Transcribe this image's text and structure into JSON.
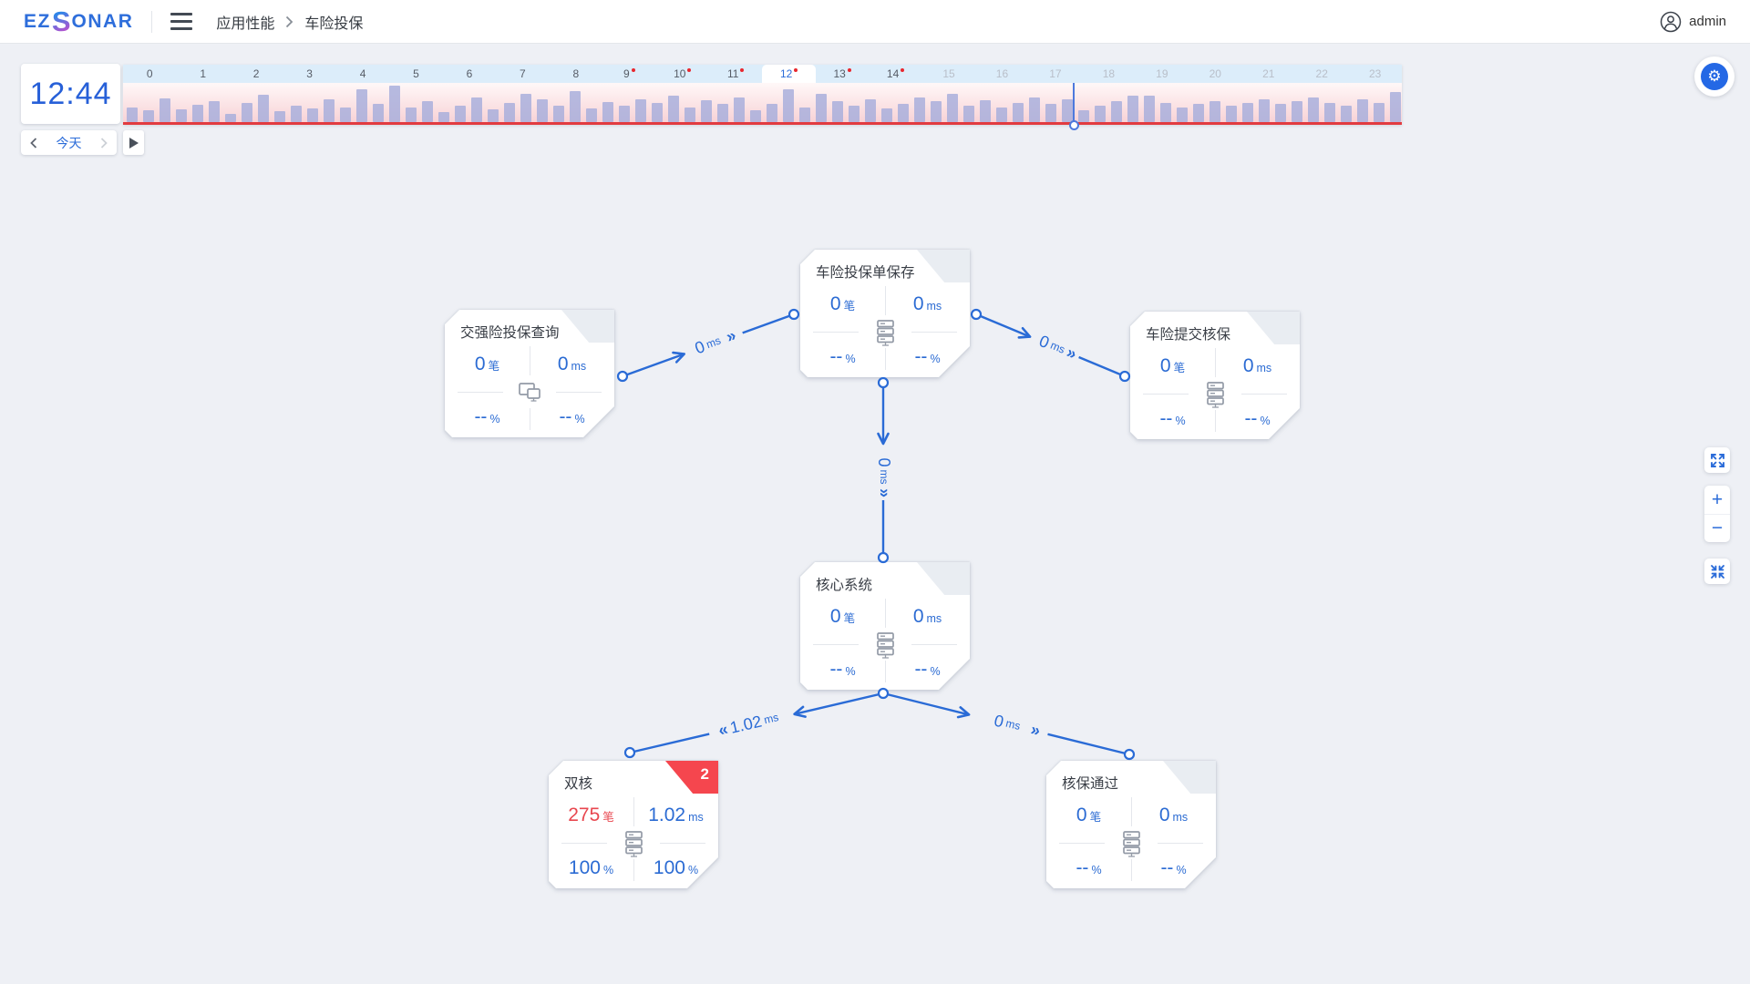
{
  "header": {
    "logo": {
      "prefix": "EZ",
      "accent": "S",
      "suffix": "ONAR"
    },
    "breadcrumb": [
      "应用性能",
      "车险投保"
    ],
    "user": "admin"
  },
  "timeline": {
    "time_display": "12:44",
    "today_label": "今天",
    "cursor_fraction": 0.743,
    "hours": [
      {
        "label": "0"
      },
      {
        "label": "1"
      },
      {
        "label": "2"
      },
      {
        "label": "3"
      },
      {
        "label": "4"
      },
      {
        "label": "5"
      },
      {
        "label": "6"
      },
      {
        "label": "7"
      },
      {
        "label": "8"
      },
      {
        "label": "9",
        "alert": true
      },
      {
        "label": "10",
        "alert": true
      },
      {
        "label": "11",
        "alert": true
      },
      {
        "label": "12",
        "alert": true,
        "selected": true
      },
      {
        "label": "13",
        "alert": true
      },
      {
        "label": "14",
        "alert": true
      },
      {
        "label": "15",
        "dim": true
      },
      {
        "label": "16",
        "dim": true
      },
      {
        "label": "17",
        "dim": true
      },
      {
        "label": "18",
        "dim": true
      },
      {
        "label": "19",
        "dim": true
      },
      {
        "label": "20",
        "dim": true
      },
      {
        "label": "21",
        "dim": true
      },
      {
        "label": "22",
        "dim": true
      },
      {
        "label": "23",
        "dim": true
      }
    ],
    "histogram": [
      16,
      13,
      26,
      14,
      19,
      23,
      9,
      21,
      30,
      12,
      18,
      15,
      25,
      16,
      36,
      20,
      40,
      16,
      23,
      11,
      18,
      27,
      14,
      21,
      31,
      25,
      18,
      34,
      15,
      22,
      18,
      25,
      21,
      29,
      16,
      24,
      20,
      27,
      13,
      20,
      36,
      16,
      31,
      23,
      18,
      25,
      15,
      20,
      27,
      23,
      31,
      18,
      24,
      16,
      21,
      27,
      20,
      25,
      13,
      18,
      23,
      29,
      29,
      21,
      16,
      20,
      23,
      18,
      21,
      25,
      20,
      23,
      27,
      21,
      18,
      25,
      21,
      33
    ]
  },
  "topology": {
    "nodes": [
      {
        "title": "车险投保单保存",
        "icon": "server-stack-icon",
        "badge": "",
        "flap_color": "#e9edf2",
        "count": {
          "value": "0",
          "unit": "笔",
          "color": "#2b6bd3"
        },
        "latency": {
          "value": "0",
          "unit": "ms",
          "color": "#2b6bd3"
        },
        "rate_left": {
          "value": "--",
          "unit": "%",
          "color": "#2b6bd3"
        },
        "rate_right": {
          "value": "--",
          "unit": "%",
          "color": "#2b6bd3"
        }
      },
      {
        "title": "交强险投保查询",
        "icon": "client-screens-icon",
        "badge": "",
        "flap_color": "#e9edf2",
        "count": {
          "value": "0",
          "unit": "笔",
          "color": "#2b6bd3"
        },
        "latency": {
          "value": "0",
          "unit": "ms",
          "color": "#2b6bd3"
        },
        "rate_left": {
          "value": "--",
          "unit": "%",
          "color": "#2b6bd3"
        },
        "rate_right": {
          "value": "--",
          "unit": "%",
          "color": "#2b6bd3"
        }
      },
      {
        "title": "车险提交核保",
        "icon": "server-stack-icon",
        "badge": "",
        "flap_color": "#e9edf2",
        "count": {
          "value": "0",
          "unit": "笔",
          "color": "#2b6bd3"
        },
        "latency": {
          "value": "0",
          "unit": "ms",
          "color": "#2b6bd3"
        },
        "rate_left": {
          "value": "--",
          "unit": "%",
          "color": "#2b6bd3"
        },
        "rate_right": {
          "value": "--",
          "unit": "%",
          "color": "#2b6bd3"
        }
      },
      {
        "title": "核心系统",
        "icon": "server-stack-icon",
        "badge": "",
        "flap_color": "#e9edf2",
        "count": {
          "value": "0",
          "unit": "笔",
          "color": "#2b6bd3"
        },
        "latency": {
          "value": "0",
          "unit": "ms",
          "color": "#2b6bd3"
        },
        "rate_left": {
          "value": "--",
          "unit": "%",
          "color": "#2b6bd3"
        },
        "rate_right": {
          "value": "--",
          "unit": "%",
          "color": "#2b6bd3"
        }
      },
      {
        "title": "双核",
        "icon": "server-stack-icon",
        "badge": "2",
        "flap_color": "#f5464e",
        "count": {
          "value": "275",
          "unit": "笔",
          "color": "#e8474f"
        },
        "latency": {
          "value": "1.02",
          "unit": "ms",
          "color": "#2b6bd3"
        },
        "rate_left": {
          "value": "100",
          "unit": "%",
          "color": "#2b6bd3"
        },
        "rate_right": {
          "value": "100",
          "unit": "%",
          "color": "#2b6bd3"
        }
      },
      {
        "title": "核保通过",
        "icon": "server-stack-icon",
        "badge": "",
        "flap_color": "#e9edf2",
        "count": {
          "value": "0",
          "unit": "笔",
          "color": "#2b6bd3"
        },
        "latency": {
          "value": "0",
          "unit": "ms",
          "color": "#2b6bd3"
        },
        "rate_left": {
          "value": "--",
          "unit": "%",
          "color": "#2b6bd3"
        },
        "rate_right": {
          "value": "--",
          "unit": "%",
          "color": "#2b6bd3"
        }
      }
    ],
    "edges": [
      {
        "from": "交强险投保查询",
        "to": "车险投保单保存",
        "value": "0",
        "unit": "ms",
        "chevron": "»"
      },
      {
        "from": "车险投保单保存",
        "to": "车险提交核保",
        "value": "0",
        "unit": "ms",
        "chevron": "»"
      },
      {
        "from": "车险投保单保存",
        "to": "核心系统",
        "value": "0",
        "unit": "ms",
        "chevron": "»"
      },
      {
        "from": "核心系统",
        "to": "双核",
        "value": "1.02",
        "unit": "ms",
        "chevron": "«"
      },
      {
        "from": "核心系统",
        "to": "核保通过",
        "value": "0",
        "unit": "ms",
        "chevron": "»"
      }
    ]
  },
  "controls": {
    "zoom_in": "+",
    "zoom_out": "−",
    "gear_glyph": "⚙"
  },
  "icons": {
    "gear": "gear-icon",
    "user": "user-icon",
    "menu": "hamburger-menu-icon",
    "play": "play-icon",
    "prev": "chevron-left-icon",
    "next": "chevron-right-icon",
    "expand": "expand-icon",
    "collapse": "collapse-icon",
    "node_server": "server-stack-icon",
    "node_client": "client-screens-icon"
  },
  "colors": {
    "accent_blue": "#2a6bd6",
    "alert_red": "#f5464e",
    "timeline_red": "#e23b40"
  }
}
